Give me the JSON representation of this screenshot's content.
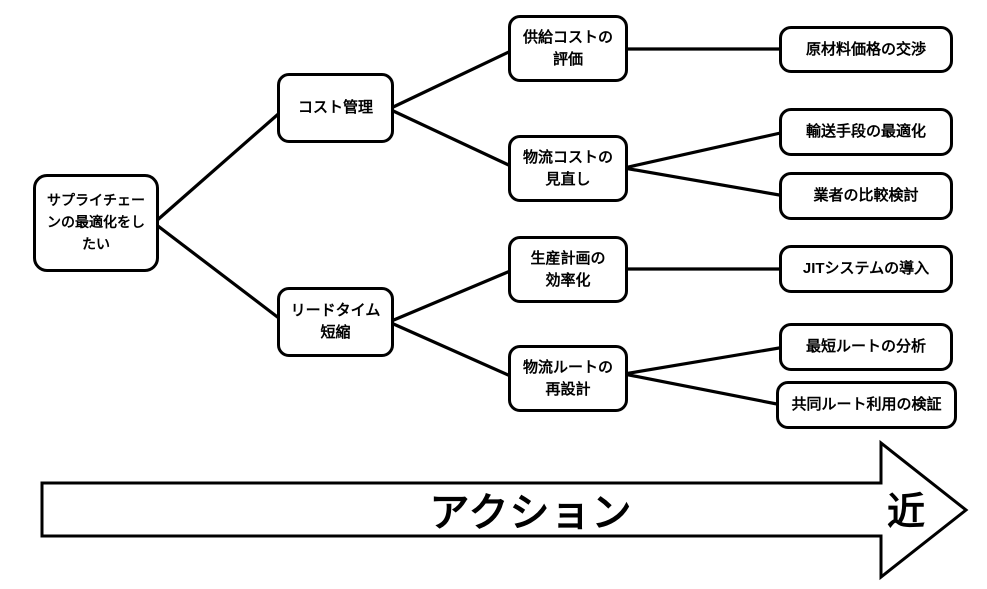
{
  "diagram": {
    "type": "logic-tree",
    "colors": {
      "stroke": "#000000",
      "node_fill": "#ffffff",
      "text": "#000000",
      "background": "#ffffff"
    },
    "nodes": [
      {
        "id": "root",
        "level": 1,
        "label": "サプライチェー\nンの最適化をし\nたい"
      },
      {
        "id": "cost-management",
        "level": 2,
        "label": "コスト管理"
      },
      {
        "id": "lead-time-reduction",
        "level": 2,
        "label": "リードタイム\n短縮"
      },
      {
        "id": "supply-cost-evaluation",
        "level": 3,
        "label": "供給コストの\n評価"
      },
      {
        "id": "logistics-cost-review",
        "level": 3,
        "label": "物流コストの\n見直し"
      },
      {
        "id": "production-planning-efficiency",
        "level": 3,
        "label": "生産計画の\n効率化"
      },
      {
        "id": "logistics-route-redesign",
        "level": 3,
        "label": "物流ルートの\n再設計"
      },
      {
        "id": "raw-material-price-negotiation",
        "level": 4,
        "label": "原材料価格の交渉"
      },
      {
        "id": "transport-method-optimization",
        "level": 4,
        "label": "輸送手段の最適化"
      },
      {
        "id": "vendor-comparison",
        "level": 4,
        "label": "業者の比較検討"
      },
      {
        "id": "jit-system-introduction",
        "level": 4,
        "label": "JITシステムの導入"
      },
      {
        "id": "shortest-route-analysis",
        "level": 4,
        "label": "最短ルートの分析"
      },
      {
        "id": "joint-route-use-verification",
        "level": 4,
        "label": "共同ルート利用の検証"
      }
    ],
    "edges": [
      {
        "from": "root",
        "to": "cost-management"
      },
      {
        "from": "root",
        "to": "lead-time-reduction"
      },
      {
        "from": "cost-management",
        "to": "supply-cost-evaluation"
      },
      {
        "from": "cost-management",
        "to": "logistics-cost-review"
      },
      {
        "from": "lead-time-reduction",
        "to": "production-planning-efficiency"
      },
      {
        "from": "lead-time-reduction",
        "to": "logistics-route-redesign"
      },
      {
        "from": "supply-cost-evaluation",
        "to": "raw-material-price-negotiation"
      },
      {
        "from": "logistics-cost-review",
        "to": "transport-method-optimization"
      },
      {
        "from": "logistics-cost-review",
        "to": "vendor-comparison"
      },
      {
        "from": "production-planning-efficiency",
        "to": "jit-system-introduction"
      },
      {
        "from": "logistics-route-redesign",
        "to": "shortest-route-analysis"
      },
      {
        "from": "logistics-route-redesign",
        "to": "joint-route-use-verification"
      }
    ],
    "axis_arrow": {
      "label": "アクション",
      "right_label": "近",
      "direction": "right"
    }
  }
}
